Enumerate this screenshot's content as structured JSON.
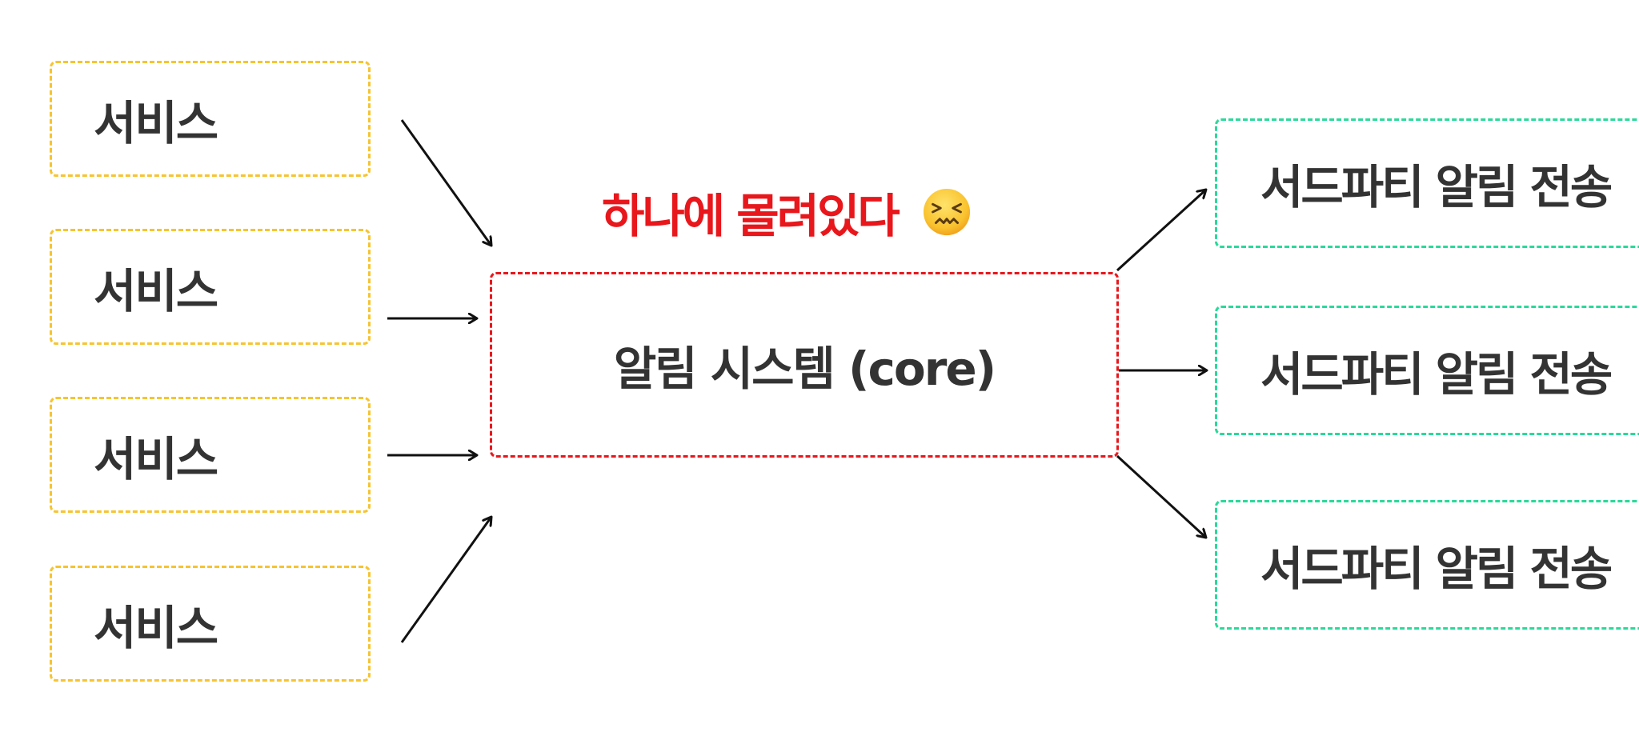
{
  "services": [
    {
      "label": "서비스"
    },
    {
      "label": "서비스"
    },
    {
      "label": "서비스"
    },
    {
      "label": "서비스"
    }
  ],
  "core": {
    "label": "알림 시스템 (core)"
  },
  "callout": {
    "text": "하나에 몰려있다",
    "emoji_icon": "confounded-face-icon"
  },
  "third_party": [
    {
      "label": "서드파티 알림 전송"
    },
    {
      "label": "서드파티 알림 전송"
    },
    {
      "label": "서드파티 알림 전송"
    }
  ],
  "colors": {
    "service_border": "#f6c431",
    "core_border": "#e8171c",
    "third_party_border": "#2ad99b",
    "callout_text": "#e8171c",
    "label_text": "#333333",
    "arrow": "#111111"
  }
}
